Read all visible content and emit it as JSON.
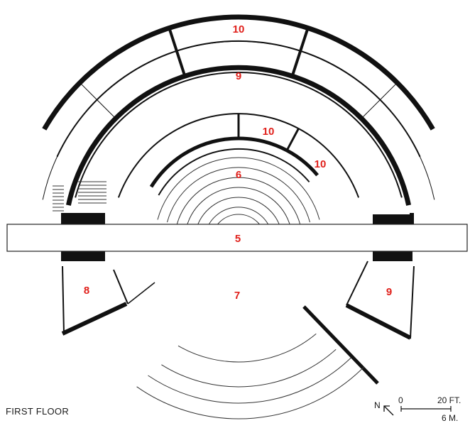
{
  "floor_title": "FIRST FLOOR",
  "rooms": [
    {
      "label": "10",
      "id": "outer-top"
    },
    {
      "label": "9",
      "id": "outer-ring"
    },
    {
      "label": "10",
      "id": "inner-top"
    },
    {
      "label": "10",
      "id": "inner-right"
    },
    {
      "label": "6",
      "id": "auditorium"
    },
    {
      "label": "5",
      "id": "corridor"
    },
    {
      "label": "8",
      "id": "left-room"
    },
    {
      "label": "7",
      "id": "courtyard"
    },
    {
      "label": "9",
      "id": "right-room"
    }
  ],
  "scale": {
    "north": "N",
    "zero": "0",
    "feet": "20 FT.",
    "meters": "6 M."
  },
  "colors": {
    "walls": "#111111",
    "labels": "#e0201b",
    "lines": "#333333"
  }
}
